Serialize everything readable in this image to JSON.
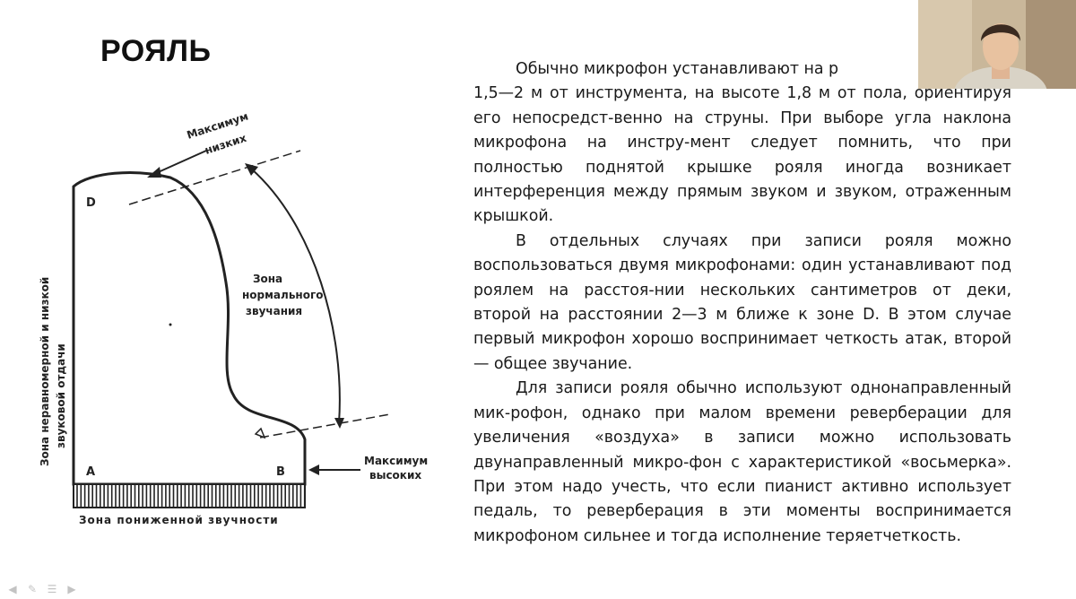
{
  "slide": {
    "title": "РОЯЛЬ"
  },
  "diagram": {
    "label_max_low_1": "Максимум",
    "label_max_low_2": "низких",
    "label_max_high_1": "Максимум",
    "label_max_high_2": "высоких",
    "label_zone_normal_1": "Зона",
    "label_zone_normal_2": "нормального",
    "label_zone_normal_3": "звучания",
    "label_zone_uneven_1": "Зона неравномерной и низкой",
    "label_zone_uneven_2": "звуковой отдачи",
    "label_zone_reduced": "Зона пониженной звучности",
    "corner_a": "A",
    "corner_b": "B",
    "corner_d": "D"
  },
  "text": {
    "p1_a": "Обычно микрофон устанавливают на р",
    "p1_b": "1,5—2 м от инструмента, на высоте 1,8 м от пола, ориентируя его непосредст-венно на струны. При выборе угла наклона микрофона на инстру-мент следует помнить, что при полностью поднятой крышке рояля иногда возникает интерференция между прямым звуком и звуком, отраженным крышкой.",
    "p2": "В отдельных случаях при записи рояля можно воспользоваться двумя микрофонами: один устанавливают под роялем на расстоя-нии нескольких сантиметров от деки, второй на расстоянии 2—3 м ближе к зоне D. В этом случае первый микрофон хорошо воспринимает четкость атак, второй — общее звучание.",
    "p3": "Для записи рояля обычно используют однонаправленный мик-рофон, однако при малом времени реверберации для увеличения «воздуха» в записи можно использовать двунаправленный микро-фон с характеристикой «восьмерка». При этом надо учесть, что если пианист активно использует педаль, то реверберация в эти моменты воспринимается микрофоном сильнее и тогда исполнение теряетчеткость."
  },
  "controls": {
    "prev_icon": "arrow-left-icon",
    "pen_icon": "pen-icon",
    "menu_icon": "menu-icon",
    "next_icon": "arrow-right-icon"
  },
  "colors": {
    "ink": "#222222",
    "text": "#1a1a1a"
  }
}
